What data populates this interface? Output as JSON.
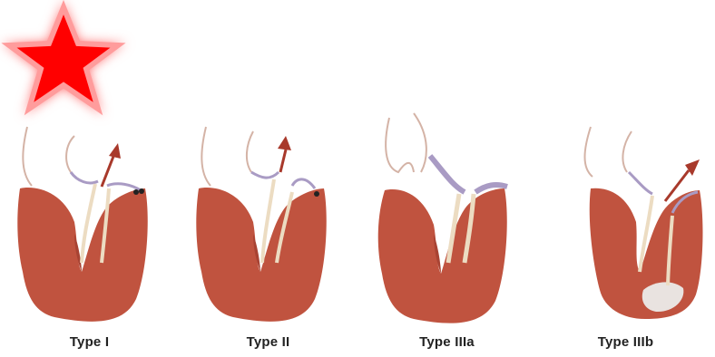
{
  "panels": [
    {
      "id": "type-1",
      "label": "Type I"
    },
    {
      "id": "type-2",
      "label": "Type II"
    },
    {
      "id": "type-3a",
      "label": "Type IIIa"
    },
    {
      "id": "type-3b",
      "label": "Type IIIb"
    }
  ],
  "colors": {
    "myocardium": "#c0533f",
    "myocardium_dark": "#a84333",
    "valve_leaflet": "#a99bc4",
    "chordae": "#ecdcc2",
    "vessel_outline": "#d4b3a6",
    "arrow": "#a8392b",
    "scar": "#e9e3e0",
    "star": "#ff0000",
    "star_glow": "#ff9c9c"
  },
  "icons": {
    "marker": "star-icon",
    "flow": "arrow-icon"
  }
}
